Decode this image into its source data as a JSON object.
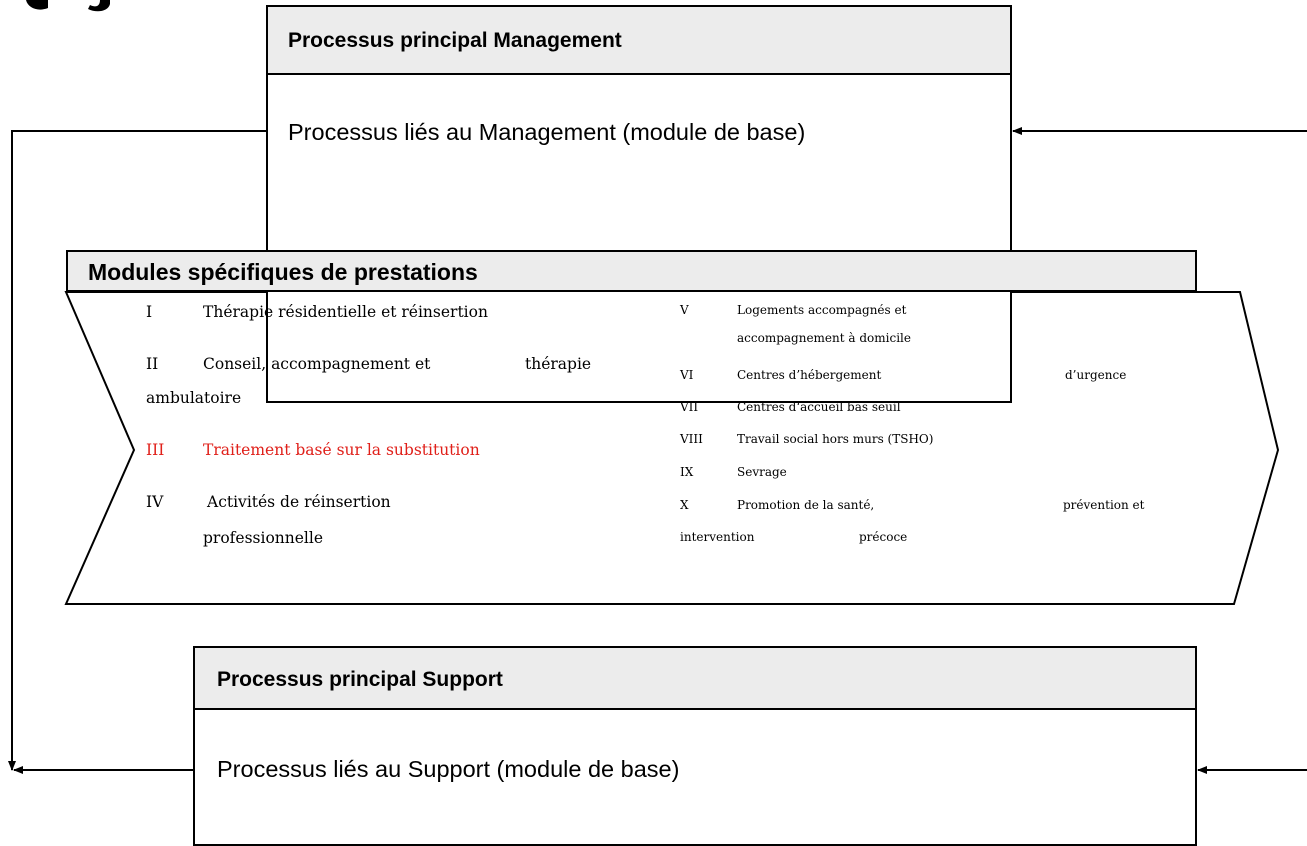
{
  "management": {
    "title": "Processus principal  Management",
    "body": "Processus liés au Management (module de base)"
  },
  "modules": {
    "title": "Modules spécifiques de prestations",
    "left_items": [
      {
        "num": "I",
        "text": "Thérapie résidentielle et réinsertion"
      },
      {
        "num": "II",
        "text": "Conseil, accompagnement et",
        "text_b": "thérapie",
        "text_c": "ambulatoire"
      },
      {
        "num": "III",
        "text": "Traitement basé sur la substitution"
      },
      {
        "num": "IV",
        "text": "Activités de réinsertion",
        "text_b": "professionnelle"
      }
    ],
    "right_items": [
      {
        "num": "V",
        "text": "Logements accompagnés et",
        "text_b": "accompagnement à domicile"
      },
      {
        "num": "VI",
        "text": "Centres d’hébergement",
        "text_b": "d’urgence"
      },
      {
        "num": "VII",
        "text": "Centres d‘accueil bas seuil"
      },
      {
        "num": "VIII",
        "text": "Travail social hors murs (TSHO)"
      },
      {
        "num": "IX",
        "text": "Sevrage"
      },
      {
        "num": "X",
        "text": "Promotion de la santé,",
        "text_b": "prévention et",
        "text_c": "intervention",
        "text_d": "précoce"
      }
    ],
    "highlight_color": "#e0201a"
  },
  "support": {
    "title": "Processus principal Support",
    "body": "Processus liés au Support (module de base)"
  }
}
